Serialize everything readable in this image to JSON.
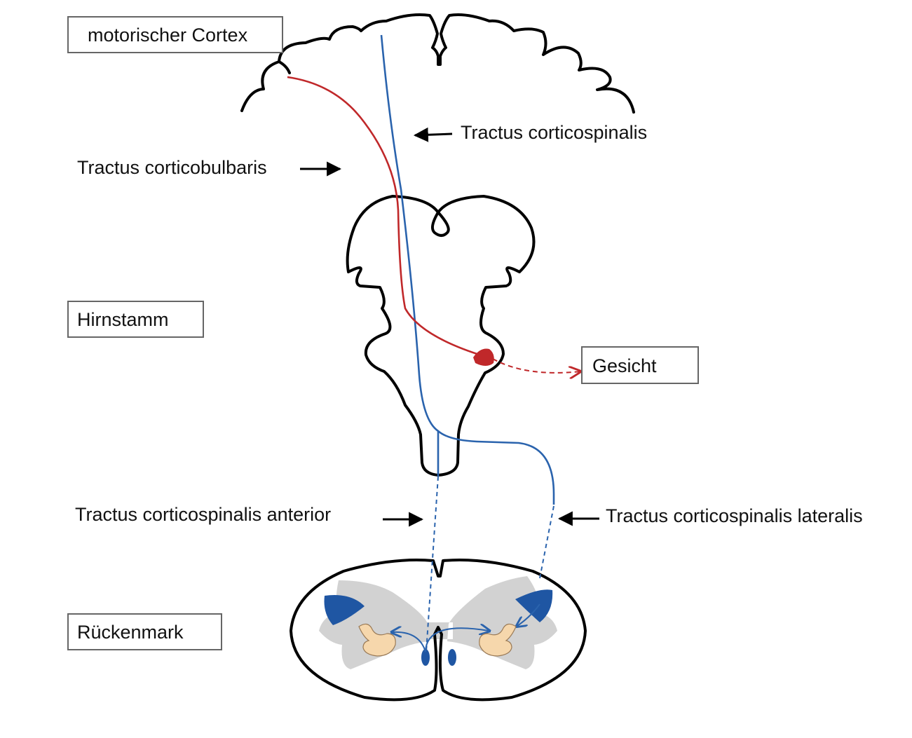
{
  "labels": {
    "motor_cortex": "motorischer Cortex",
    "brainstem": "Hirnstamm",
    "spinal_cord": "Rückenmark",
    "face": "Gesicht",
    "tract_corticospinal": "Tractus corticospinalis",
    "tract_corticobulbar": "Tractus corticobulbaris",
    "tract_anterior": "Tractus corticospinalis anterior",
    "tract_lateral": "Tractus corticospinalis lateralis"
  },
  "colors": {
    "corticobulbar": "#c0282a",
    "corticospinal": "#2a63ad",
    "grey_matter": "#d2d2d2",
    "outline": "#000000"
  },
  "icons": [
    "flexed-arm-icon"
  ]
}
